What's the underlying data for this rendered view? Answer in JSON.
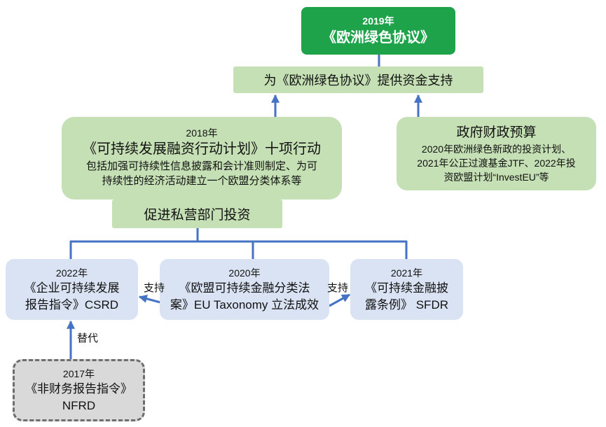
{
  "diagram": {
    "green_deal": {
      "year": "2019年",
      "title": "《欧洲绿色协议》"
    },
    "funding": {
      "label": "为《欧洲绿色协议》提供资金支持"
    },
    "action_plan": {
      "year": "2018年",
      "title": "《可持续发展融资行动计划》十项行动",
      "desc": [
        "包括加强可持续性信息披露和会计准则制定、为可",
        "持续性的经济活动建立一个欧盟分类体系等"
      ]
    },
    "private_investment": {
      "label": "促进私营部门投资"
    },
    "budget": {
      "title": "政府财政预算",
      "desc": [
        "2020年欧洲绿色新政的投资计划、",
        "2021年公正过渡基金JTF、2022年投",
        "资欧盟计划“InvestEU”等"
      ]
    },
    "csrd": {
      "year": "2022年",
      "lines": [
        "《企业可持续发展",
        "报告指令》CSRD"
      ]
    },
    "taxonomy": {
      "year": "2020年",
      "lines": [
        "《欧盟可持续金融分类法",
        "案》EU Taxonomy 立法成效"
      ]
    },
    "sfdr": {
      "year": "2021年",
      "lines": [
        "《可持续金融披",
        "露条例》 SFDR"
      ]
    },
    "nfrd": {
      "year": "2017年",
      "lines": [
        "《非财务报告指令》",
        "NFRD"
      ]
    },
    "edge_labels": {
      "support_left": "支持",
      "support_right": "支持",
      "replace": "替代"
    }
  },
  "colors": {
    "deal_fill": "#1ea34b",
    "green_fill": "#c5e0b4",
    "blue_fill": "#dae3f3",
    "gray_fill": "#d9d9d9",
    "connector": "#4472c4",
    "dashed_border": "#6d6d6d"
  }
}
